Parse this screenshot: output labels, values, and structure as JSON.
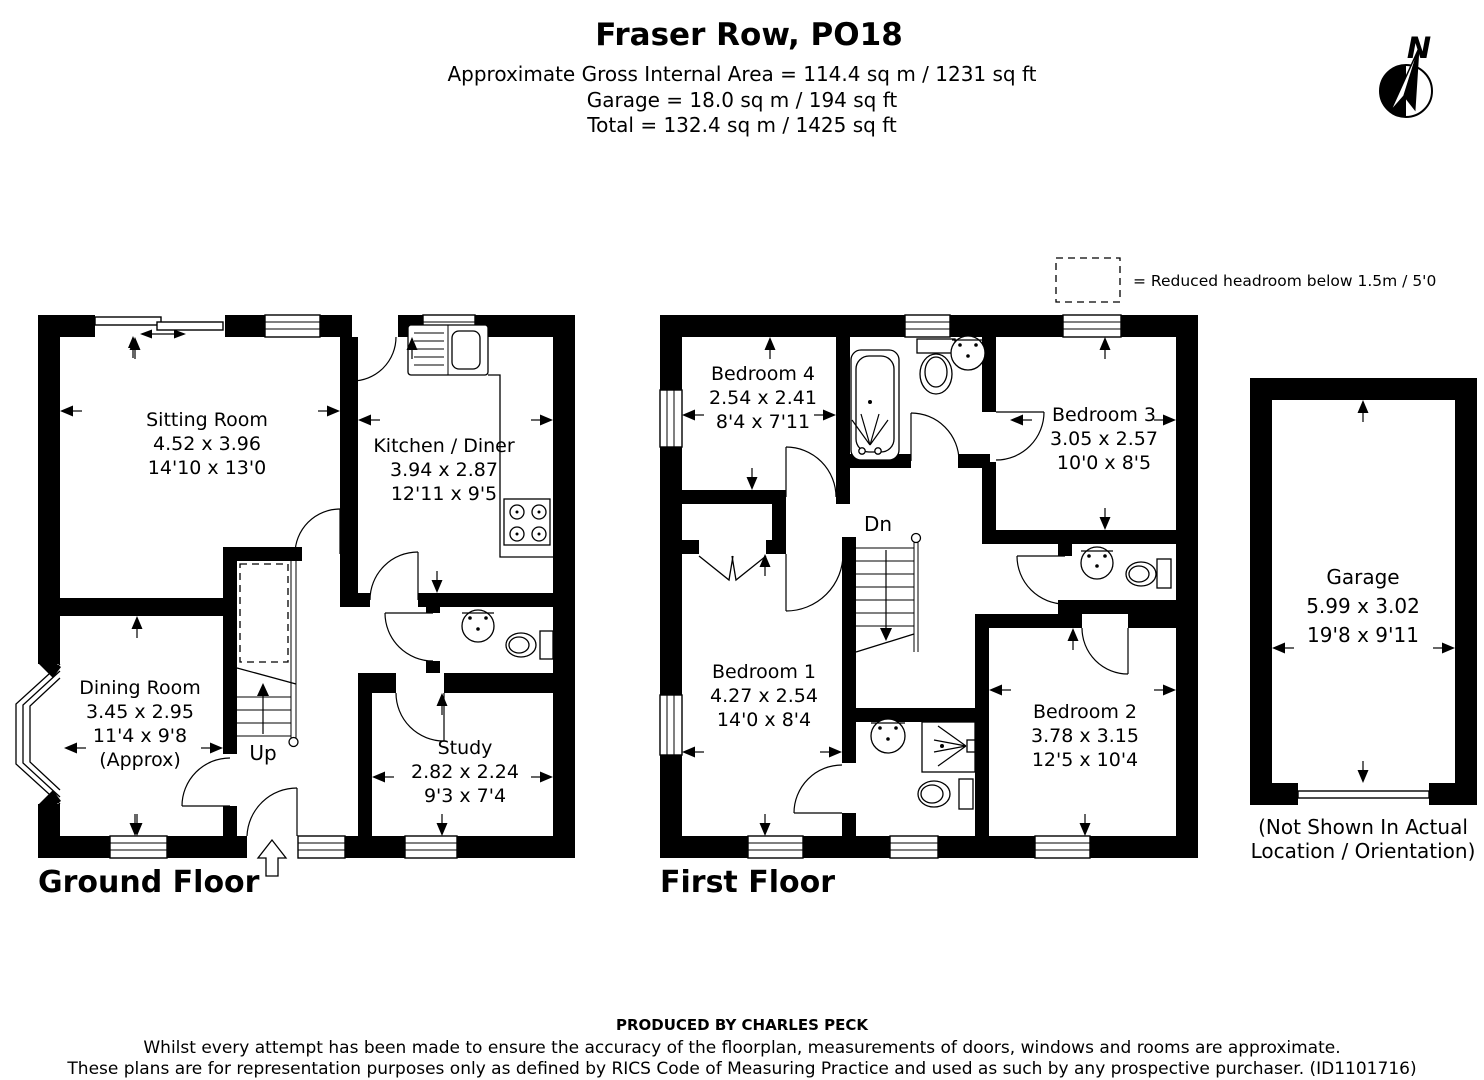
{
  "header": {
    "title": "Fraser Row, PO18",
    "area_line1": "Approximate Gross Internal Area = 114.4 sq m / 1231 sq ft",
    "area_line2": "Garage = 18.0 sq m / 194 sq ft",
    "area_line3": "Total = 132.4 sq m / 1425 sq ft"
  },
  "compass": {
    "label": "N"
  },
  "legend": {
    "label": "= Reduced headroom below 1.5m / 5'0"
  },
  "ground_floor": {
    "label": "Ground Floor",
    "stairs_label": "Up",
    "rooms": {
      "sitting": {
        "name": "Sitting Room",
        "metric": "4.52 x 3.96",
        "imperial": "14'10 x 13'0"
      },
      "kitchen": {
        "name": "Kitchen / Diner",
        "metric": "3.94 x 2.87",
        "imperial": "12'11 x 9'5"
      },
      "dining": {
        "name": "Dining Room",
        "metric": "3.45 x 2.95",
        "imperial": "11'4 x 9'8",
        "note": "(Approx)"
      },
      "study": {
        "name": "Study",
        "metric": "2.82 x 2.24",
        "imperial": "9'3 x 7'4"
      }
    }
  },
  "first_floor": {
    "label": "First Floor",
    "stairs_label": "Dn",
    "rooms": {
      "bedroom1": {
        "name": "Bedroom 1",
        "metric": "4.27 x 2.54",
        "imperial": "14'0 x 8'4"
      },
      "bedroom2": {
        "name": "Bedroom 2",
        "metric": "3.78 x 3.15",
        "imperial": "12'5 x 10'4"
      },
      "bedroom3": {
        "name": "Bedroom 3",
        "metric": "3.05 x 2.57",
        "imperial": "10'0 x 8'5"
      },
      "bedroom4": {
        "name": "Bedroom 4",
        "metric": "2.54 x 2.41",
        "imperial": "8'4 x 7'11"
      }
    }
  },
  "garage": {
    "name": "Garage",
    "metric": "5.99 x 3.02",
    "imperial": "19'8 x 9'11",
    "note_line1": "(Not Shown In Actual",
    "note_line2": "Location / Orientation)"
  },
  "footer": {
    "line1": "PRODUCED BY CHARLES PECK",
    "line2": "Whilst every attempt has been made to ensure the accuracy of the floorplan, measurements of doors, windows and rooms are approximate.",
    "line3": "These plans are for representation purposes only as defined by RICS Code of Measuring Practice and used as such by any prospective purchaser. (ID1101716)"
  },
  "colors": {
    "wall": "#000000",
    "background": "#ffffff"
  }
}
